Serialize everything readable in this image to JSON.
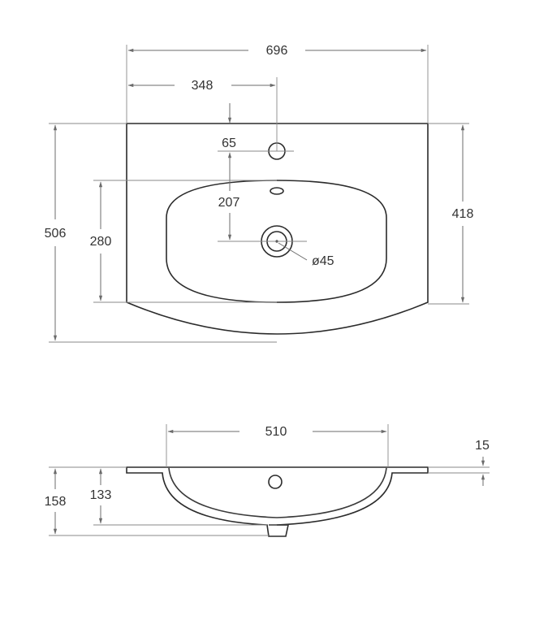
{
  "top_view": {
    "overall_width": "696",
    "half_width": "348",
    "tap_hole_offset": "65",
    "tap_to_drain": "207",
    "overall_depth": "506",
    "side_depth": "418",
    "bowl_depth": "280",
    "drain_diameter": "ø45"
  },
  "side_view": {
    "bowl_width": "510",
    "rim_thickness": "15",
    "total_height": "158",
    "bowl_height": "133"
  }
}
